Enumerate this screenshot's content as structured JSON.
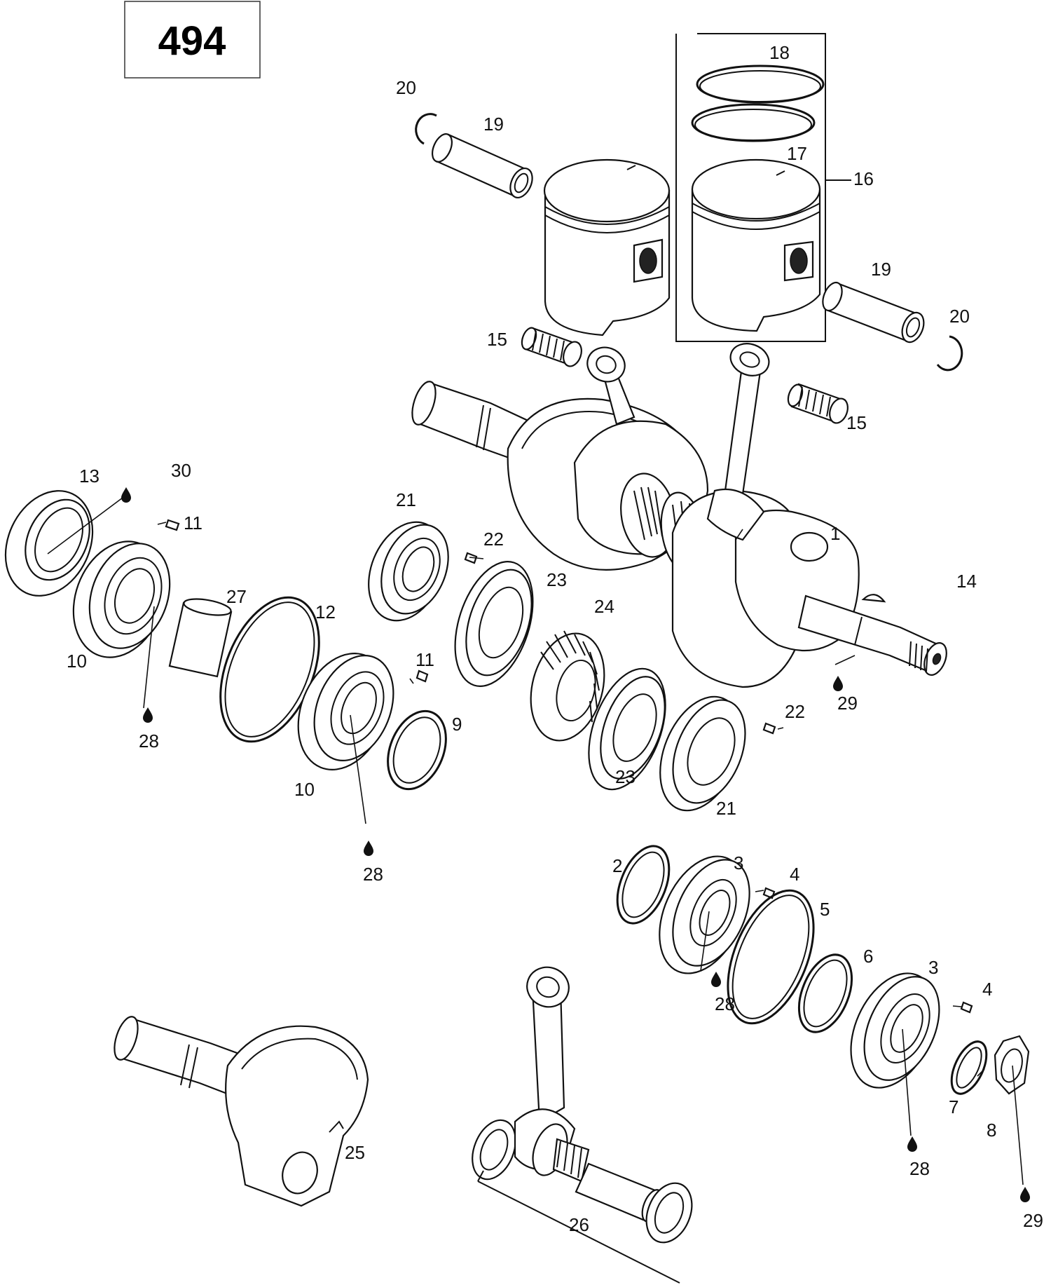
{
  "diagram_number": "494",
  "callouts": [
    {
      "id": "c18",
      "text": "18"
    },
    {
      "id": "c20a",
      "text": "20"
    },
    {
      "id": "c19a",
      "text": "19"
    },
    {
      "id": "c17",
      "text": "17"
    },
    {
      "id": "c16",
      "text": "16"
    },
    {
      "id": "c19b",
      "text": "19"
    },
    {
      "id": "c20b",
      "text": "20"
    },
    {
      "id": "c15a",
      "text": "15"
    },
    {
      "id": "c15b",
      "text": "15"
    },
    {
      "id": "c13",
      "text": "13"
    },
    {
      "id": "c30",
      "text": "30"
    },
    {
      "id": "c11a",
      "text": "11"
    },
    {
      "id": "c21a",
      "text": "21"
    },
    {
      "id": "c22a",
      "text": "22"
    },
    {
      "id": "c1",
      "text": "1"
    },
    {
      "id": "c14",
      "text": "14"
    },
    {
      "id": "c27",
      "text": "27"
    },
    {
      "id": "c12",
      "text": "12"
    },
    {
      "id": "c23a",
      "text": "23"
    },
    {
      "id": "c24",
      "text": "24"
    },
    {
      "id": "c10a",
      "text": "10"
    },
    {
      "id": "c11b",
      "text": "11"
    },
    {
      "id": "c28a",
      "text": "28"
    },
    {
      "id": "c29a",
      "text": "29"
    },
    {
      "id": "c22b",
      "text": "22"
    },
    {
      "id": "c9",
      "text": "9"
    },
    {
      "id": "c23b",
      "text": "23"
    },
    {
      "id": "c10b",
      "text": "10"
    },
    {
      "id": "c21b",
      "text": "21"
    },
    {
      "id": "c28b",
      "text": "28"
    },
    {
      "id": "c2",
      "text": "2"
    },
    {
      "id": "c3a",
      "text": "3"
    },
    {
      "id": "c4a",
      "text": "4"
    },
    {
      "id": "c5",
      "text": "5"
    },
    {
      "id": "c6",
      "text": "6"
    },
    {
      "id": "c3b",
      "text": "3"
    },
    {
      "id": "c4b",
      "text": "4"
    },
    {
      "id": "c28c",
      "text": "28"
    },
    {
      "id": "c25",
      "text": "25"
    },
    {
      "id": "c7",
      "text": "7"
    },
    {
      "id": "c8",
      "text": "8"
    },
    {
      "id": "c28d",
      "text": "28"
    },
    {
      "id": "c26",
      "text": "26"
    },
    {
      "id": "c29b",
      "text": "29"
    }
  ]
}
